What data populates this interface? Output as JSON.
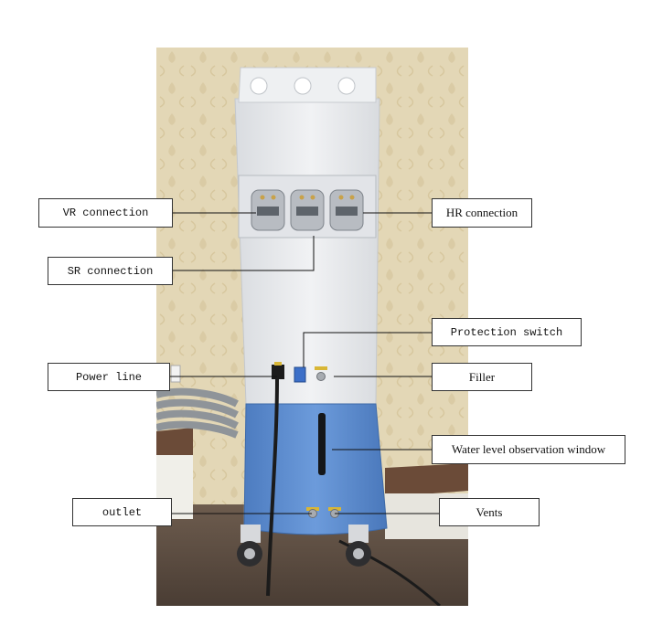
{
  "labels": {
    "vr_connection": "VR connection",
    "sr_connection": "SR connection",
    "hr_connection": "HR connection",
    "protection_switch": "Protection switch",
    "power_line": "Power line",
    "filler": "Filler",
    "water_window": "Water level observation window",
    "outlet": "outlet",
    "vents": "Vents"
  },
  "colors": {
    "wallpaper": "#e3d7b6",
    "cabinet_body": "#eceef0",
    "water_tank": "#5f8fd0",
    "floor": "#5a4b40",
    "counter_top": "#6b4b38",
    "cable": "#1b1b1b"
  }
}
